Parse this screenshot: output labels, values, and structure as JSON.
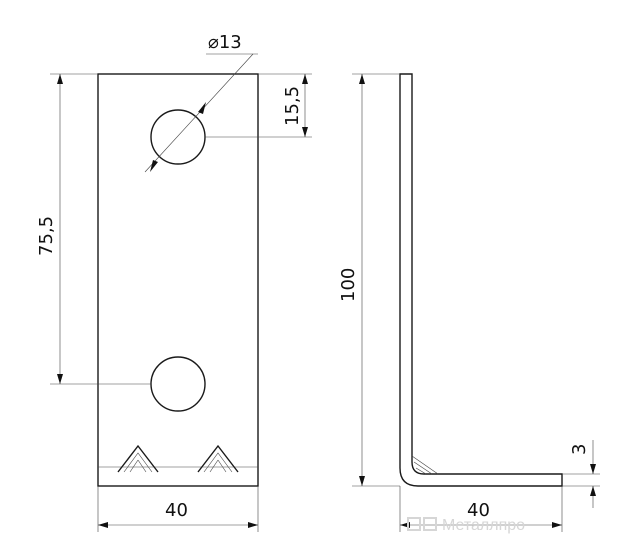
{
  "front_view": {
    "dim_hole_diameter": "⌀13",
    "dim_top_offset": "15,5",
    "dim_hole_spacing": "75,5",
    "dim_width": "40"
  },
  "side_view": {
    "dim_height": "100",
    "dim_thickness": "3",
    "dim_leg_length": "40"
  },
  "watermark": {
    "text": "Металлпро"
  }
}
